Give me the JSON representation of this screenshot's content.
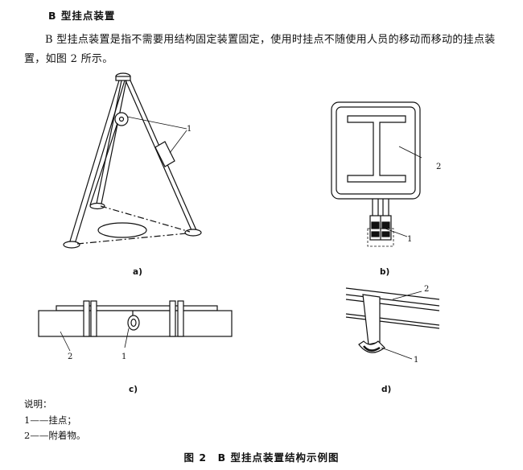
{
  "section": {
    "heading": "B 型挂点装置"
  },
  "paragraph": "B 型挂点装置是指不需要用结构固定装置固定，使用时挂点不随使用人员的移动而移动的挂点装置，如图 2 所示。",
  "figures": {
    "a": {
      "caption": "a)",
      "callouts": [
        "1"
      ]
    },
    "b": {
      "caption": "b)",
      "callouts": [
        "2",
        "1"
      ]
    },
    "c": {
      "caption": "c)",
      "callouts": [
        "2",
        "1"
      ]
    },
    "d": {
      "caption": "d)",
      "callouts": [
        "2",
        "1"
      ]
    }
  },
  "legend": {
    "title": "说明：",
    "items": [
      "1——挂点；",
      "2——附着物。"
    ]
  },
  "figure_title": "图 2　B 型挂点装置结构示例图"
}
